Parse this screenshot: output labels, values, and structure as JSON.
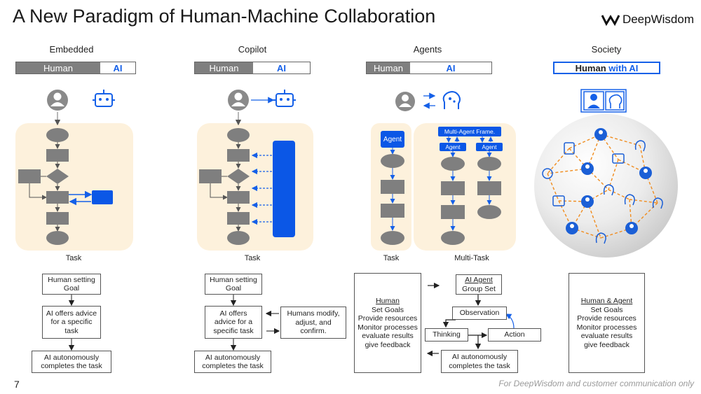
{
  "header": {
    "title": "A New Paradigm of Human-Machine Collaboration",
    "logo_text": "DeepWisdom",
    "logo_icon": "deepwisdom-logo-icon"
  },
  "colors": {
    "accent_blue": "#1560e8",
    "flow_gray": "#7f7f7f",
    "panel_beige": "#fdf1dc"
  },
  "columns": {
    "embedded": {
      "heading": "Embedded",
      "bar_human": "Human",
      "bar_ai": "AI",
      "panel_label": "Task",
      "steps": [
        "Human setting Goal",
        "AI offers advice for a specific task",
        "AI autonomously completes the task"
      ]
    },
    "copilot": {
      "heading": "Copilot",
      "bar_human": "Human",
      "bar_ai": "AI",
      "panel_label": "Task",
      "steps": [
        "Human setting Goal",
        "AI offers advice for a specific task",
        "AI autonomously completes the task"
      ],
      "side_note": "Humans modify, adjust, and confirm."
    },
    "agents": {
      "heading": "Agents",
      "bar_human": "Human",
      "bar_ai": "AI",
      "task_label": "Task",
      "multitask_label": "Multi-Task",
      "agent_label": "Agent",
      "multi_agent_frame": "Multi-Agent Frame.",
      "human_box_title": "Human",
      "human_box_lines": [
        "Set Goals",
        "Provide resources",
        "Monitor processes",
        "evaluate results",
        "give feedback"
      ],
      "ai_agent_title": "AI Agent",
      "ai_agent_sub": "Group Set",
      "observation": "Observation",
      "thinking": "Thinking",
      "action": "Action",
      "completes": "AI autonomously completes the task"
    },
    "society": {
      "heading": "Society",
      "bar_human": "Human",
      "bar_with_ai": "with AI",
      "box_title": "Human & Agent",
      "box_lines": [
        "Set Goals",
        "Provide resources",
        "Monitor processes",
        "evaluate results",
        "give feedback"
      ]
    }
  },
  "footer": {
    "page_number": "7",
    "note": "For DeepWisdom and customer communication only"
  }
}
